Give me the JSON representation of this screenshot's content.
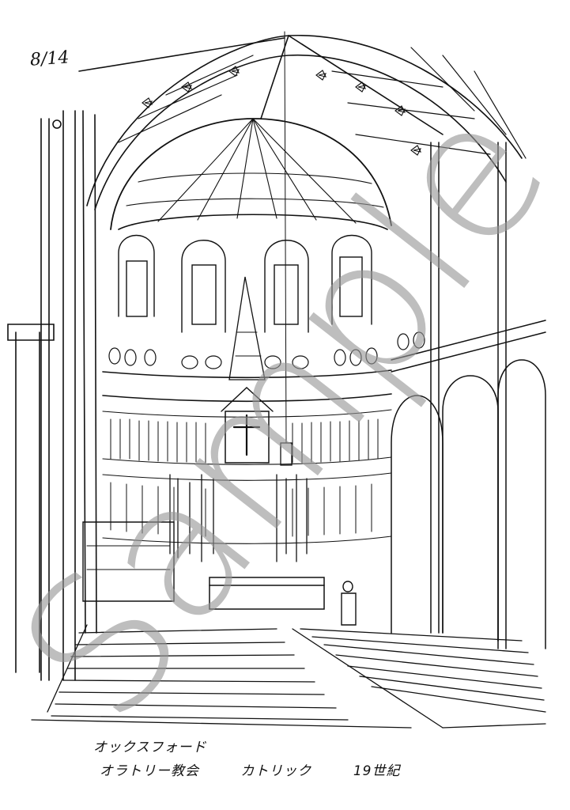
{
  "artwork": {
    "type": "pen sketch",
    "subject": "church interior with apse dome, arches, altar and pews",
    "date_note": "8/14",
    "caption": {
      "line1": "オックスフォード",
      "line2_parts": [
        "オラトリー教会",
        "カトリック",
        "19世紀"
      ]
    },
    "watermark": "Sample",
    "colors": {
      "ink": "#111111",
      "paper": "#ffffff",
      "watermark": "#969696"
    }
  }
}
